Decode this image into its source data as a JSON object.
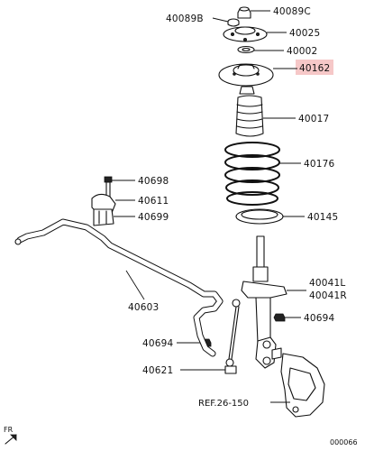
{
  "parts": [
    {
      "id": "p40089B",
      "code": "40089B"
    },
    {
      "id": "p40089C",
      "code": "40089C"
    },
    {
      "id": "p40025",
      "code": "40025"
    },
    {
      "id": "p40002",
      "code": "40002"
    },
    {
      "id": "p40162",
      "code": "40162",
      "highlighted": true
    },
    {
      "id": "p40017",
      "code": "40017"
    },
    {
      "id": "p40176",
      "code": "40176"
    },
    {
      "id": "p40698",
      "code": "40698"
    },
    {
      "id": "p40611",
      "code": "40611"
    },
    {
      "id": "p40699",
      "code": "40699"
    },
    {
      "id": "p40145",
      "code": "40145"
    },
    {
      "id": "p40603",
      "code": "40603"
    },
    {
      "id": "p40041L",
      "code": "40041L"
    },
    {
      "id": "p40041R",
      "code": "40041R"
    },
    {
      "id": "p40694a",
      "code": "40694"
    },
    {
      "id": "p40694b",
      "code": "40694"
    },
    {
      "id": "p40621",
      "code": "40621"
    }
  ],
  "reference": "REF.26-150",
  "orientation": "FR",
  "diagram_id": "000066",
  "colors": {
    "highlight": "#f6c8c8",
    "line": "#111111"
  }
}
